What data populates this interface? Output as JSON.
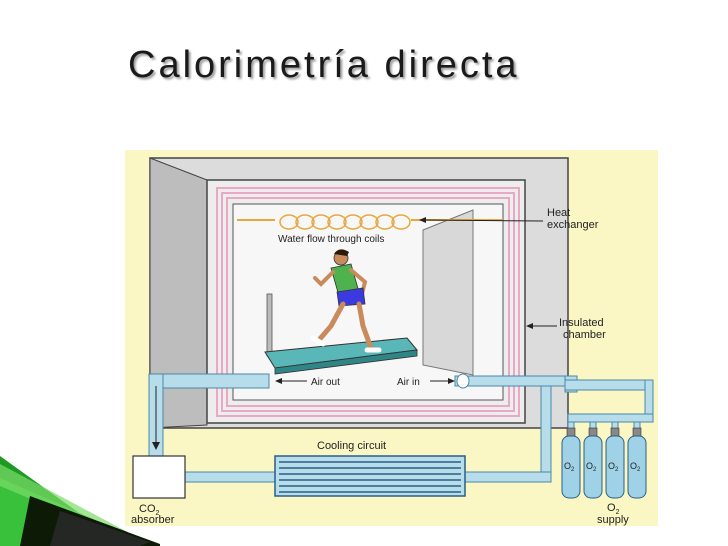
{
  "slide": {
    "title": "Calorimetría directa"
  },
  "diagram": {
    "labels": {
      "heat_exchanger": [
        "Heat",
        "exchanger"
      ],
      "water_flow": "Water flow through coils",
      "insulated_chamber": [
        "Insulated",
        "chamber"
      ],
      "air_out": "Air out",
      "air_in": "Air in",
      "cooling_circuit": "Cooling circuit",
      "co2_absorber": {
        "formula": "CO",
        "subscript": "2",
        "word": "absorber"
      },
      "o2_supply": {
        "formula": "O",
        "subscript": "2",
        "word": "supply"
      },
      "o2_tanks": [
        {
          "formula": "O",
          "subscript": "2"
        },
        {
          "formula": "O",
          "subscript": "2"
        },
        {
          "formula": "O",
          "subscript": "2"
        },
        {
          "formula": "O",
          "subscript": "2"
        }
      ]
    },
    "colors": {
      "background": "#fbf7c4",
      "chamber_outer": "#dcdcdc",
      "chamber_side": "#bdbdbd",
      "chamber_inner": "#ededed",
      "pink_lines": "#e9a9c4",
      "pipe": "#b7dcea",
      "treadmill": "#5ab7b7",
      "coil": "#e8a83a",
      "tank": "#9fd2e6",
      "shirt": "#4fb24f",
      "shorts": "#3a3ae0",
      "accent_green": "#25b12c",
      "accent_dark": "#0c1a06"
    }
  }
}
